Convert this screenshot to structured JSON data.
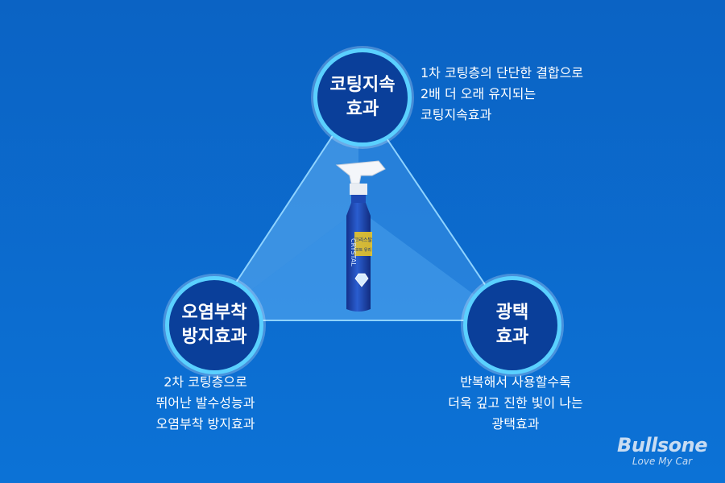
{
  "features": {
    "top": {
      "title": [
        "코팅지속",
        "효과"
      ],
      "description": [
        "1차 코팅층의 단단한 결합으로",
        "2배 더 오래 유지되는",
        "코팅지속효과"
      ]
    },
    "left": {
      "title": [
        "오염부착",
        "방지효과"
      ],
      "description": [
        "2차 코팅층으로",
        "뛰어난 발수성능과",
        "오염부착 방지효과"
      ]
    },
    "right": {
      "title": [
        "광택",
        "효과"
      ],
      "description": [
        "반복해서 사용할수록",
        "더욱 깊고 진한 빛이 나는",
        "광택효과"
      ]
    }
  },
  "product": {
    "label_top": "크리스탈",
    "label_mid": "코트 유리",
    "side_text": "CRYSTAL",
    "icon": "diamond-icon"
  },
  "brand": {
    "name": "Bullsone",
    "tagline": "Love My Car"
  },
  "colors": {
    "background": "#0a6fd0",
    "circle_fill": "#0a3f9a",
    "circle_ring": "#5ad0ff",
    "bottle": "#1c3fa6"
  }
}
